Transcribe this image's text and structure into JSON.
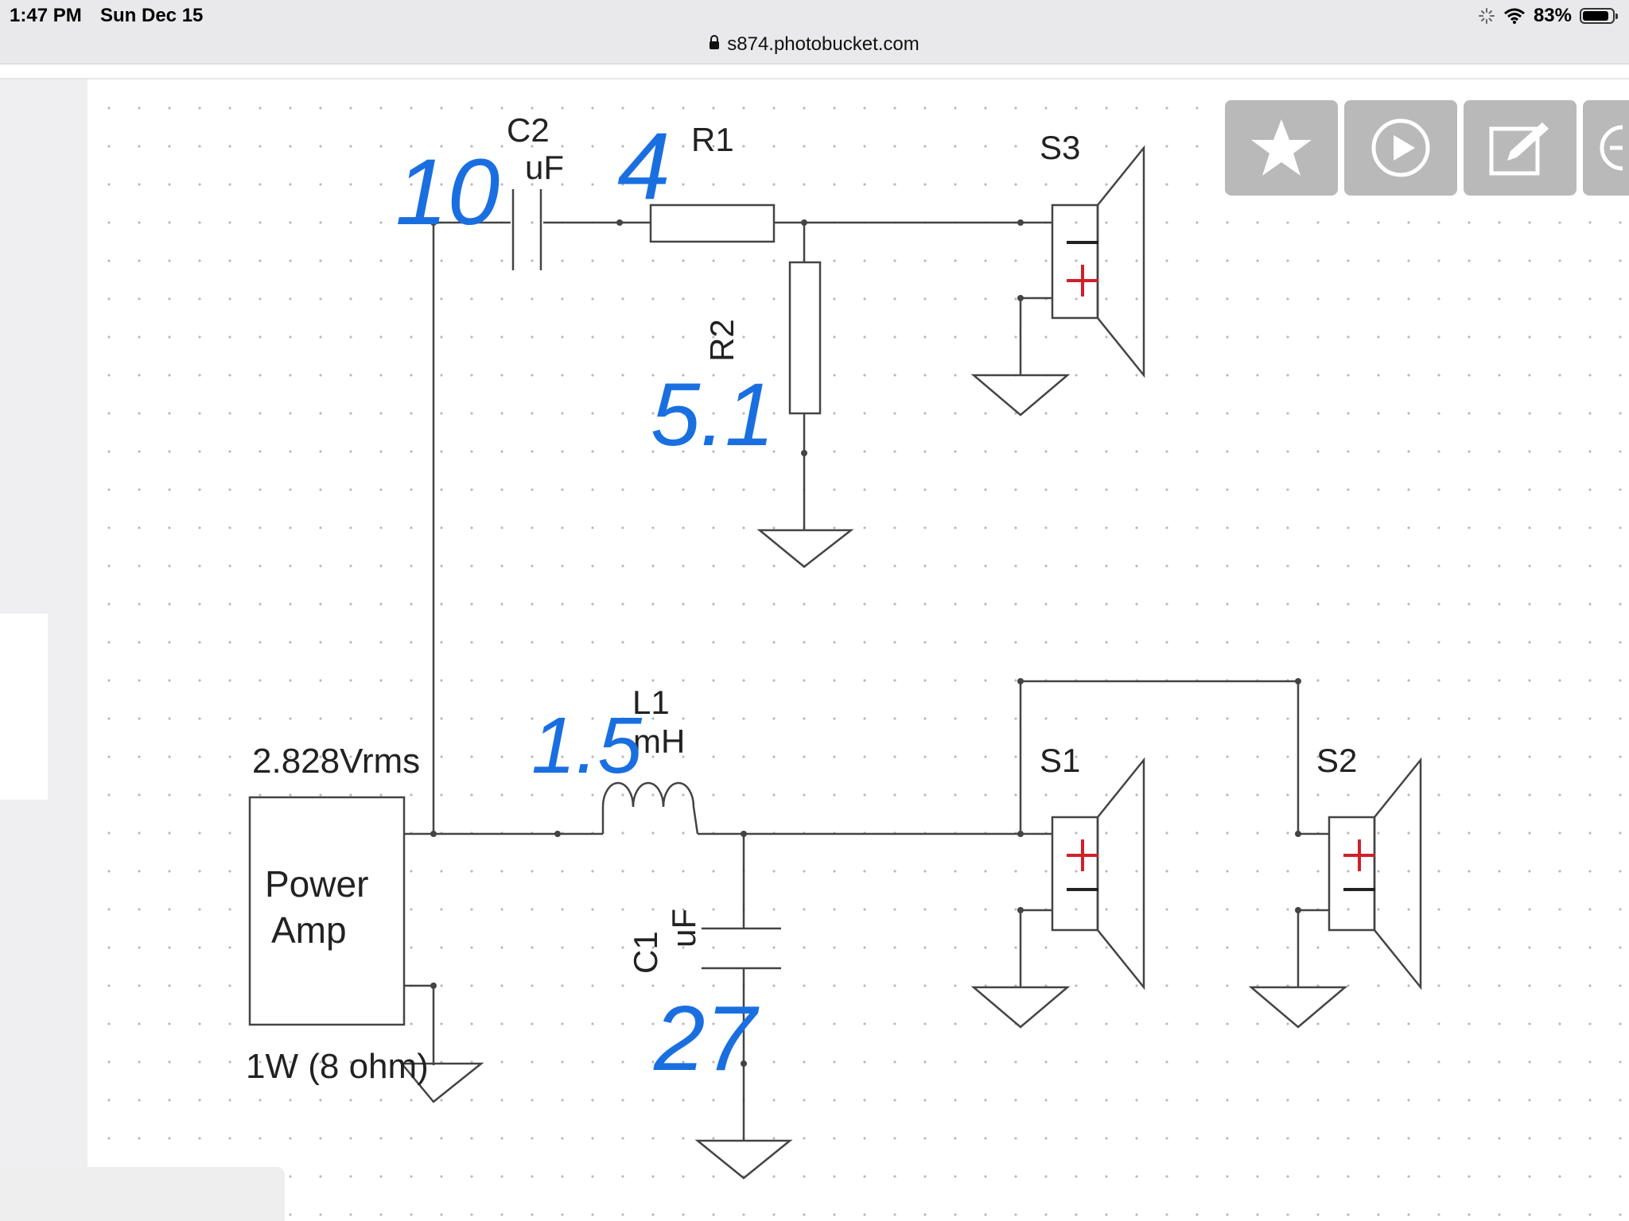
{
  "status_bar": {
    "time": "1:47 PM",
    "date": "Sun Dec 15",
    "battery": "83%",
    "icons": [
      "activity-icon",
      "wifi-icon",
      "battery-icon"
    ]
  },
  "browser": {
    "url": "s874.photobucket.com",
    "lock_icon": "lock-icon"
  },
  "toolbar": {
    "buttons": [
      "star-icon",
      "play-icon",
      "edit-icon",
      "zoom-icon"
    ]
  },
  "schematic": {
    "c2": {
      "label": "C2",
      "unit": "uF",
      "handwritten_value": "10"
    },
    "r1": {
      "label": "R1",
      "handwritten_value": "4"
    },
    "r2": {
      "label": "R2",
      "handwritten_value": "5.1"
    },
    "s3": {
      "label": "S3"
    },
    "l1": {
      "label": "L1",
      "unit": "mH",
      "handwritten_value": "1.5"
    },
    "c1": {
      "label": "C1",
      "unit": "uF",
      "handwritten_value": "27"
    },
    "s1": {
      "label": "S1"
    },
    "s2": {
      "label": "S2"
    },
    "source": {
      "voltage": "2.828Vrms",
      "name_line1": "Power",
      "name_line2": "Amp",
      "rating": "1W (8 ohm)"
    },
    "colors": {
      "wire": "#444444",
      "plus": "#d0202a",
      "ink": "#1a6fe0"
    }
  }
}
